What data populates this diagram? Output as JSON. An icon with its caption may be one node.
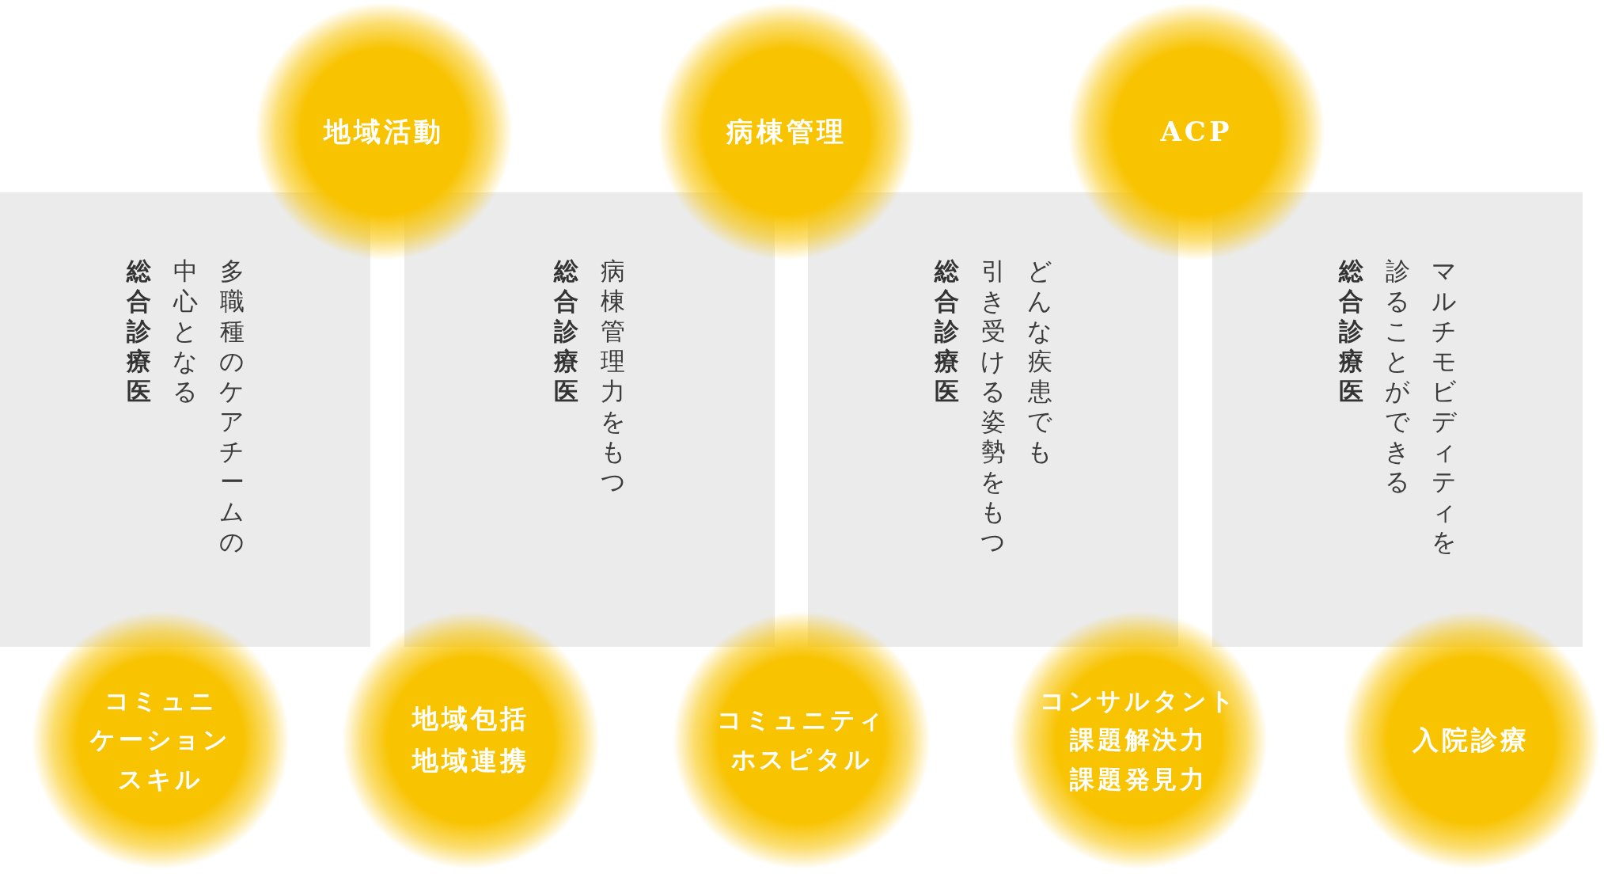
{
  "diagram": {
    "nodes": [
      {
        "text": [
          "地域活動"
        ]
      },
      {
        "text": [
          "病棟管理"
        ]
      },
      {
        "text": [
          "ACP"
        ]
      },
      {
        "text": [
          "総合診療医",
          "多職種のケアチームの中心となる"
        ]
      },
      {
        "text": [
          "総合診療医",
          "病棟管理力をもつ"
        ]
      },
      {
        "text": [
          "総合診療医",
          "どんな疾患でも引き受ける姿勢をもつ"
        ]
      },
      {
        "text": [
          "総合診療医",
          "マルチモビディティを診ることができる"
        ]
      },
      {
        "text": [
          "コミュニケーションスキル"
        ]
      },
      {
        "text": [
          "地域包括",
          "地域連携"
        ]
      },
      {
        "text": [
          "コミュニティホスピタル"
        ]
      },
      {
        "text": [
          "コンサルタント",
          "課題解決力",
          "課題発見力"
        ]
      },
      {
        "text": [
          "入院診療"
        ]
      }
    ]
  }
}
